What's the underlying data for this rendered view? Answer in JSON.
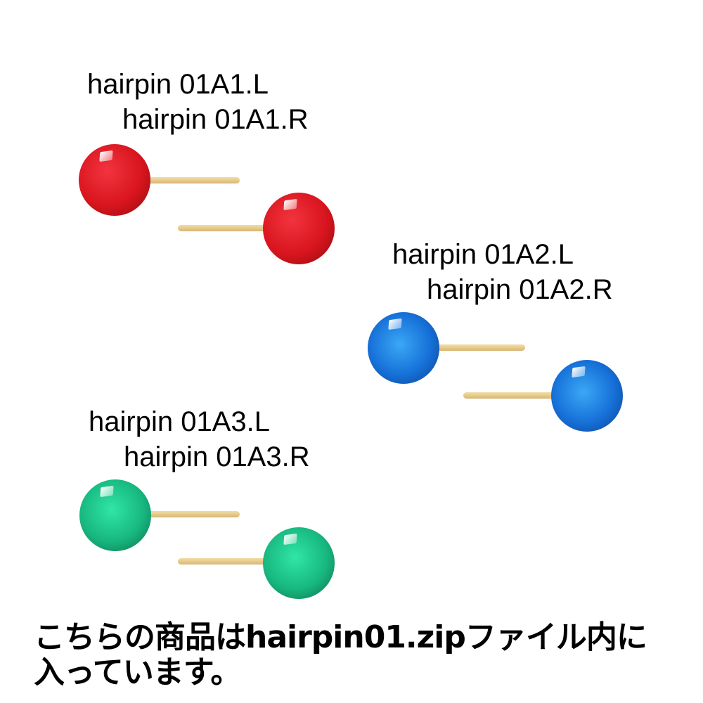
{
  "groups": [
    {
      "color_name": "red",
      "colors": {
        "light": "#f2343f",
        "mid": "#d9151e",
        "dark": "#8f0a10"
      },
      "label_left": "hairpin 01A1.L",
      "label_right": "hairpin 01A1.R"
    },
    {
      "color_name": "blue",
      "colors": {
        "light": "#3aa8f5",
        "mid": "#1670d8",
        "dark": "#0d3f8a"
      },
      "label_left": "hairpin 01A2.L",
      "label_right": "hairpin 01A2.R"
    },
    {
      "color_name": "green",
      "colors": {
        "light": "#30e6a6",
        "mid": "#18b880",
        "dark": "#0b6a48"
      },
      "label_left": "hairpin 01A3.L",
      "label_right": "hairpin 01A3.R"
    }
  ],
  "wire_color": "#e8cd8d",
  "footer": {
    "line1": "こちらの商品はhairpin01.zipファイル内に",
    "line2": "入っています。"
  }
}
